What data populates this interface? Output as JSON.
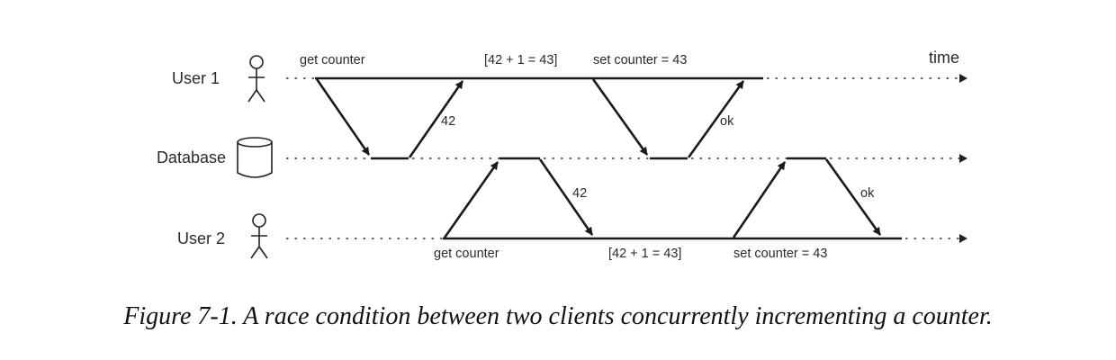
{
  "actors": {
    "user1": "User 1",
    "database": "Database",
    "user2": "User 2"
  },
  "time_label": "time",
  "user1_labels": {
    "get": "get counter",
    "compute": "[42 + 1 = 43]",
    "set": "set counter = 43"
  },
  "user2_labels": {
    "get": "get counter",
    "compute": "[42 + 1 = 43]",
    "set": "set counter = 43"
  },
  "responses": {
    "u1_read": "42",
    "u1_write": "ok",
    "u2_read": "42",
    "u2_write": "ok"
  },
  "caption": "Figure 7-1. A race condition between two clients concurrently incrementing a counter.",
  "icons": [
    "person-icon",
    "database-cylinder-icon",
    "person-icon"
  ]
}
